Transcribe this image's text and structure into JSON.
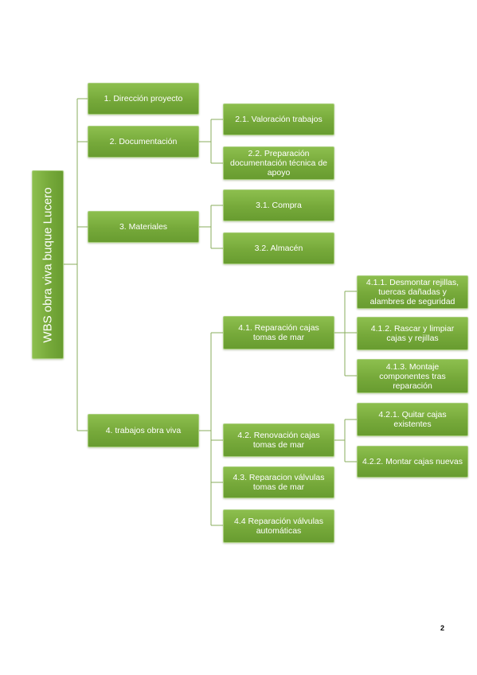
{
  "root": {
    "label": "WBS obra viva buque Lucero"
  },
  "nodes": {
    "n1": "1. Dirección proyecto",
    "n2": "2. Documentación",
    "n2_1": "2.1. Valoración trabajos",
    "n2_2": "2.2. Preparación documentación técnica de apoyo",
    "n3": "3. Materiales",
    "n3_1": "3.1.  Compra",
    "n3_2": "3.2. Almacén",
    "n4": "4. trabajos obra viva",
    "n4_1": "4.1. Reparación cajas tomas de mar",
    "n4_1_1": "4.1.1. Desmontar rejillas, tuercas dañadas y alambres de seguridad",
    "n4_1_2": "4.1.2. Rascar y limpiar cajas y rejillas",
    "n4_1_3": "4.1.3. Montaje componentes tras reparación",
    "n4_2": "4.2. Renovación cajas tomas de mar",
    "n4_2_1": "4.2.1. Quitar cajas existentes",
    "n4_2_2": "4.2.2. Montar cajas nuevas",
    "n4_3": "4.3. Reparacion válvulas tomas de mar",
    "n4_4": "4.4 Reparación válvulas automáticas"
  },
  "page_number": "2",
  "colors": {
    "box_fill": "#76a93a",
    "box_text": "#ffffff",
    "connector": "#8aae5c"
  }
}
